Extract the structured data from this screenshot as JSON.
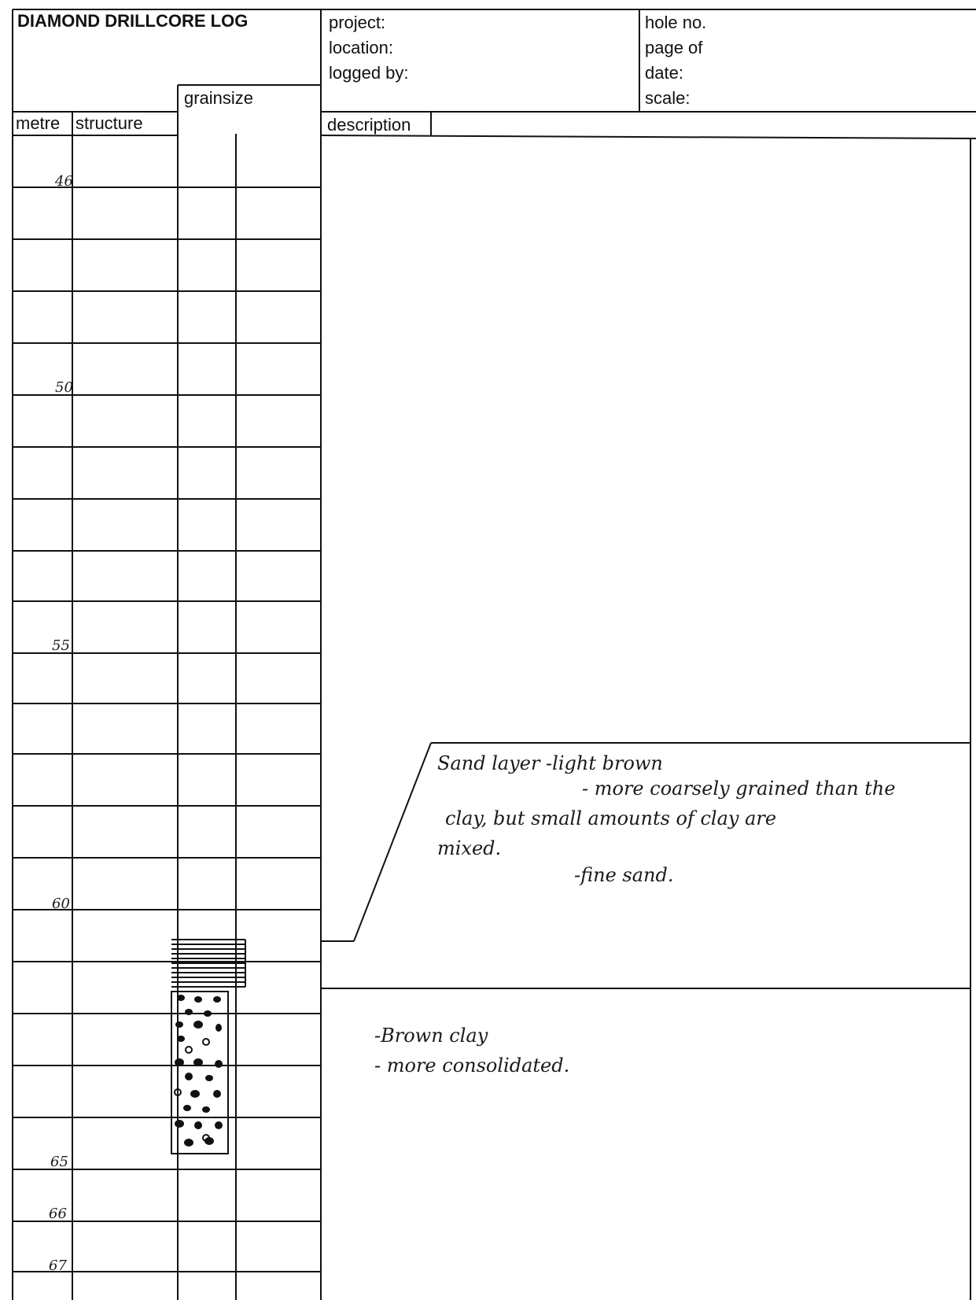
{
  "form": {
    "title": "DIAMOND DRILLCORE LOG",
    "header_left": {
      "project": "project:",
      "location": "location:",
      "logged_by": "logged by:"
    },
    "header_right": {
      "hole_no": "hole no.",
      "page": "page  of",
      "date": "date:",
      "scale": "scale:"
    },
    "columns": {
      "grainsize": "grainsize",
      "metre": "metre",
      "structure": "structure",
      "description": "description"
    }
  },
  "depth_labels": [
    "46",
    "50",
    "55",
    "60",
    "65",
    "66",
    "67"
  ],
  "intervals": [
    {
      "name": "sand-layer",
      "lines": [
        "Sand layer  -light brown",
        "- more coarsely grained than the",
        "clay, but small amounts of clay are",
        "mixed.",
        "-fine sand."
      ],
      "pattern": "horizontal-lines"
    },
    {
      "name": "clay-layer",
      "lines": [
        "-Brown clay",
        "- more consolidated."
      ],
      "pattern": "dots"
    }
  ]
}
